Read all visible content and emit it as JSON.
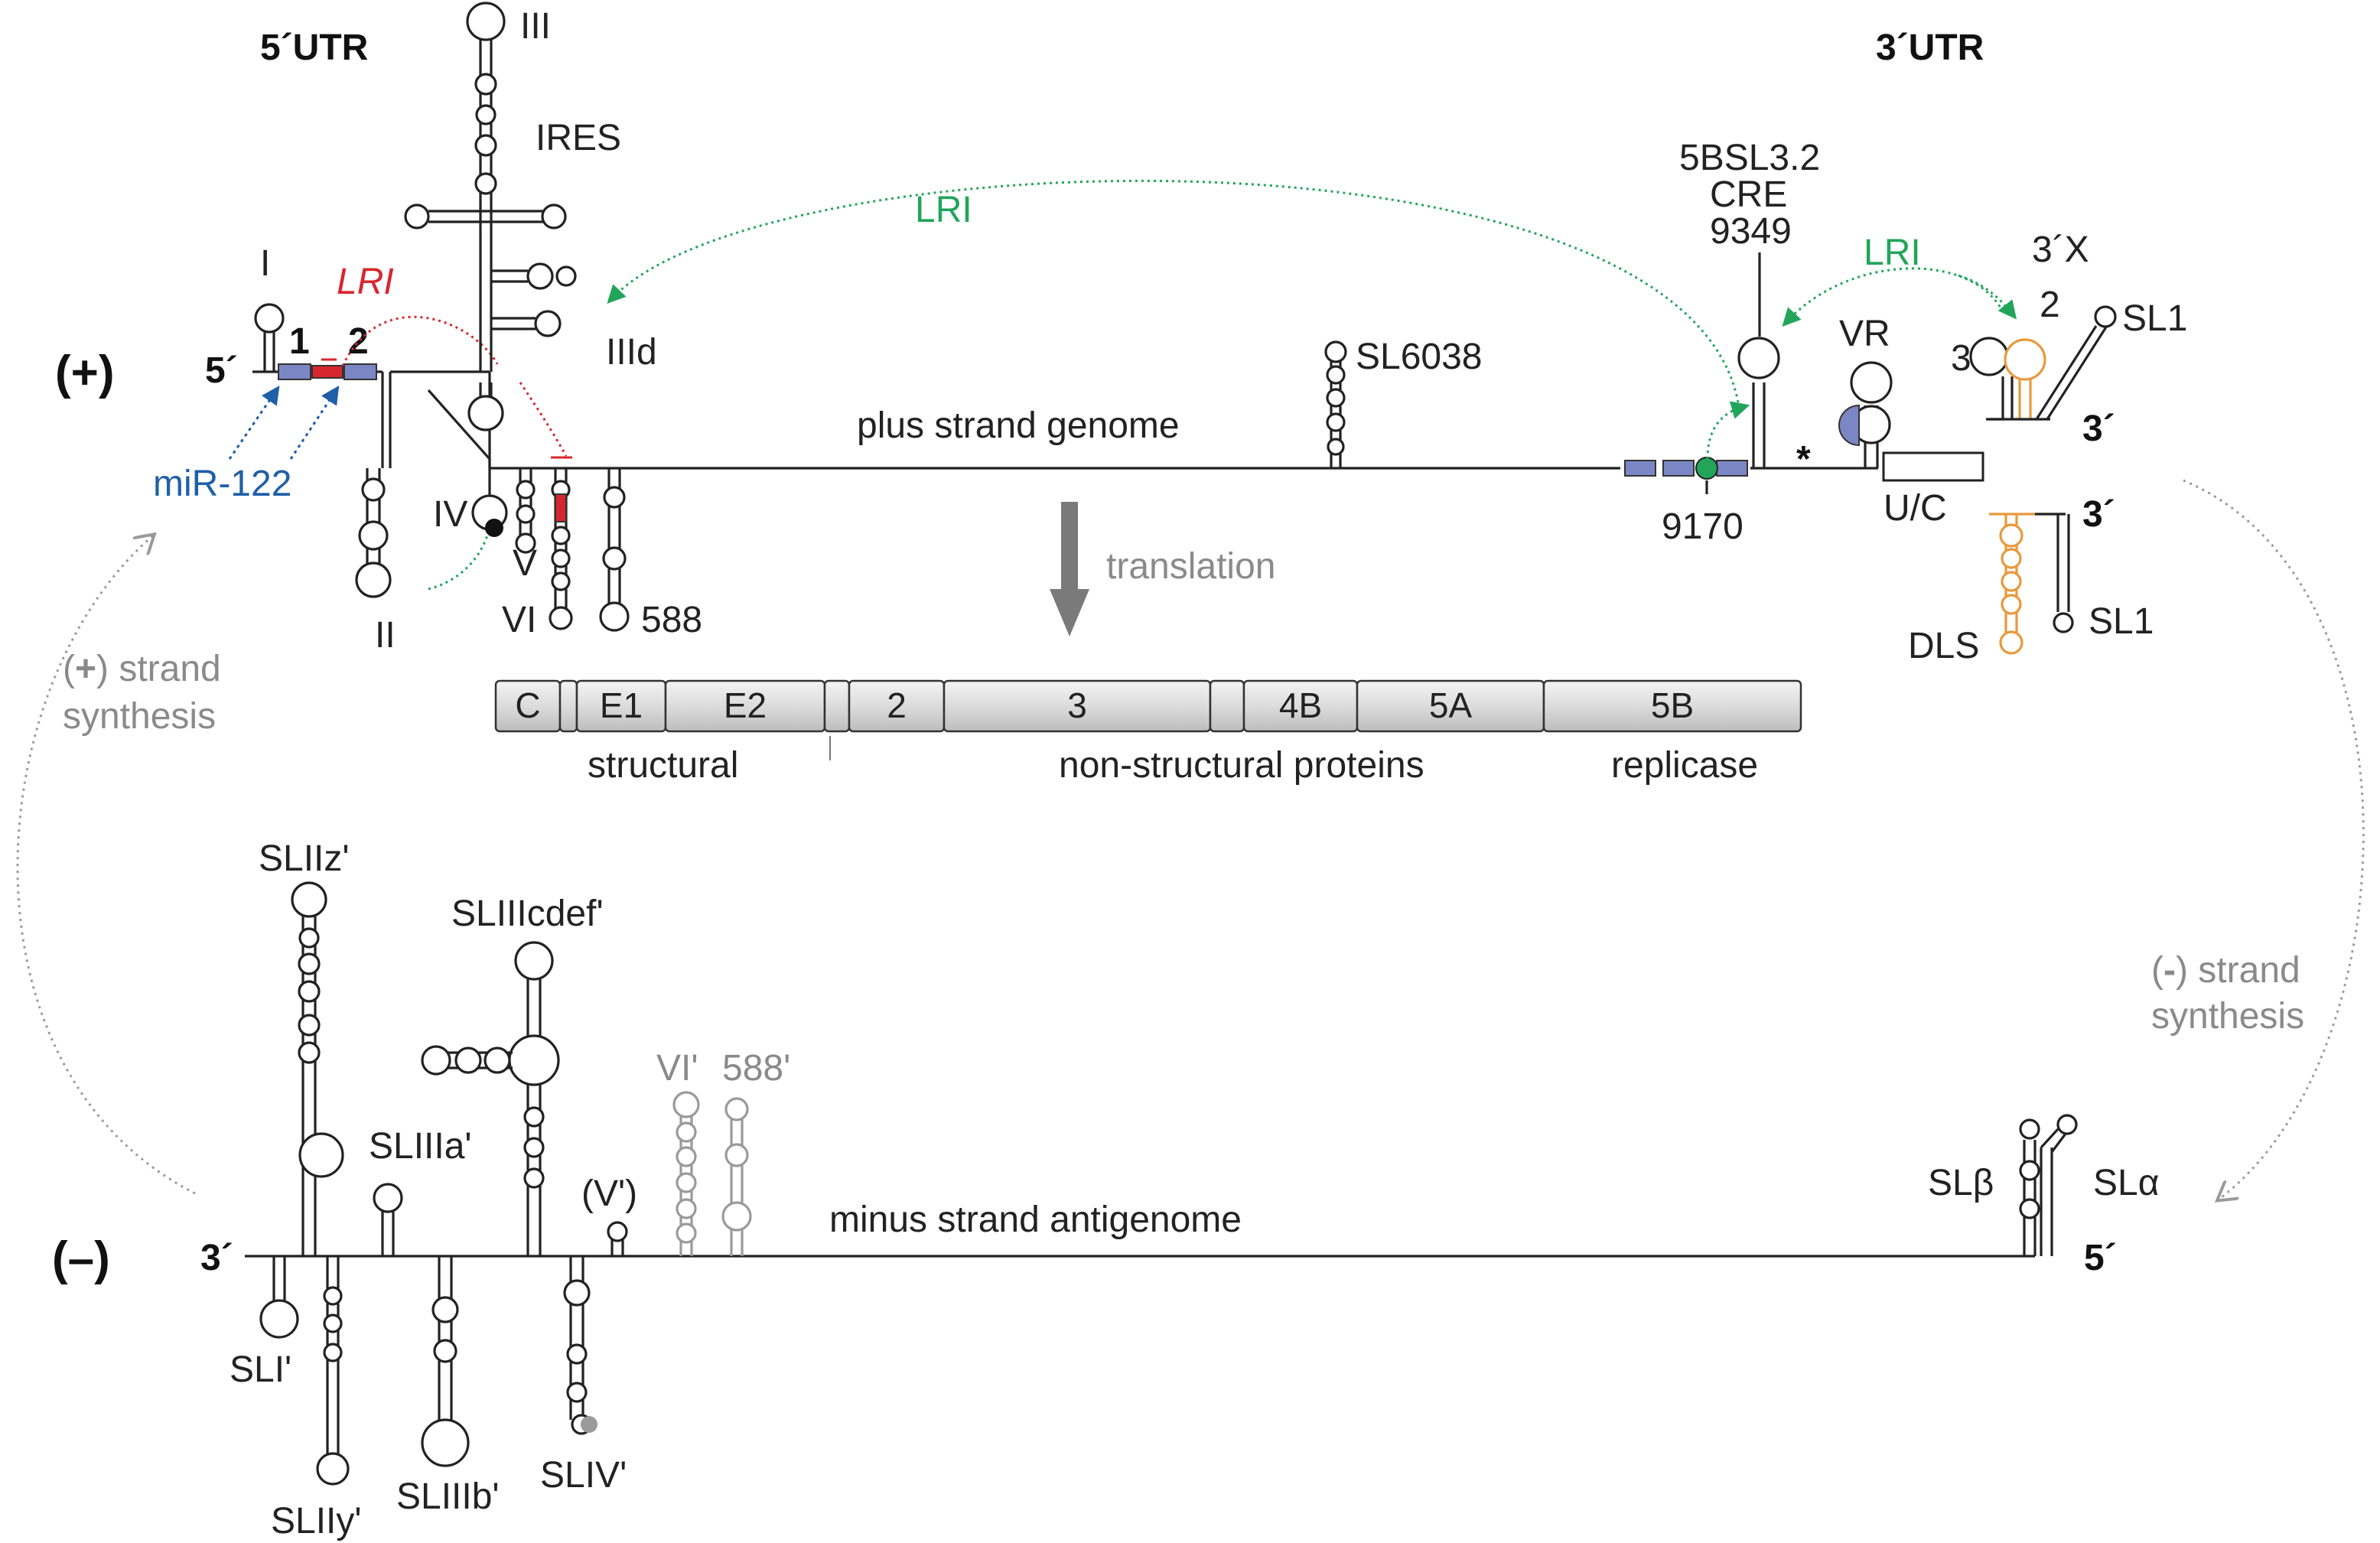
{
  "header": {
    "utr5": "5´UTR",
    "utr3": "3´UTR"
  },
  "strands": {
    "plus_sign": "(+)",
    "minus_sign": "(–)"
  },
  "plus_strand": {
    "label": "plus strand genome",
    "end5": "5´",
    "end3_top": "3´",
    "end3_bottom": "3´",
    "utr5_elements": [
      "I",
      "II",
      "III",
      "IIId",
      "IV",
      "V",
      "VI",
      "588"
    ],
    "ires": "IRES",
    "site1": "1",
    "site2": "2",
    "mir": "miR-122",
    "lri_5utr": "LRI",
    "sl6038": "SL6038",
    "cre": [
      "5BSL3.2",
      "CRE",
      "9349"
    ],
    "lri_top": "LRI",
    "lri_3utr": "LRI",
    "site9170": "9170",
    "vr": "VR",
    "asterisk": "*",
    "uc": "U/C",
    "x3": "3´X",
    "x3_sl2": "2",
    "x3_sl3": "3",
    "x3_sl1": "SL1",
    "dls": "DLS",
    "dls_sl1": "SL1"
  },
  "translation": {
    "label": "translation",
    "arrow_color": "#7a7a7a"
  },
  "polyprotein": {
    "segments": [
      "C",
      "",
      "E1",
      "E2",
      "",
      "2",
      "3",
      "",
      "4B",
      "5A",
      "5B"
    ],
    "structural": "structural",
    "nonstructural": "non-structural proteins",
    "replicase": "replicase"
  },
  "cycle": {
    "plus_synthesis_sign": "+",
    "plus_synthesis_1": "strand",
    "plus_synthesis_2": "synthesis",
    "minus_synthesis_sign": "-",
    "minus_synthesis_1": "strand",
    "minus_synthesis_2": "synthesis"
  },
  "minus_strand": {
    "label": "minus strand antigenome",
    "end3": "3´",
    "end5": "5´",
    "elements_top": [
      "SLIIz'",
      "SLIIIcdef'",
      "SLIIIa'",
      "(V')",
      "VI'",
      "588'",
      "SLβ",
      "SLα"
    ],
    "elements_bottom": [
      "SLI'",
      "SLIIy'",
      "SLIIIb'",
      "SLIV'"
    ]
  },
  "colors": {
    "mir_blue": "#1f5fa8",
    "site_box": "#7b86c4",
    "lri_green": "#22a55a",
    "lri_red": "#d8262f",
    "dls_orange": "#e89a3c",
    "gray": "#8a8a8a"
  }
}
